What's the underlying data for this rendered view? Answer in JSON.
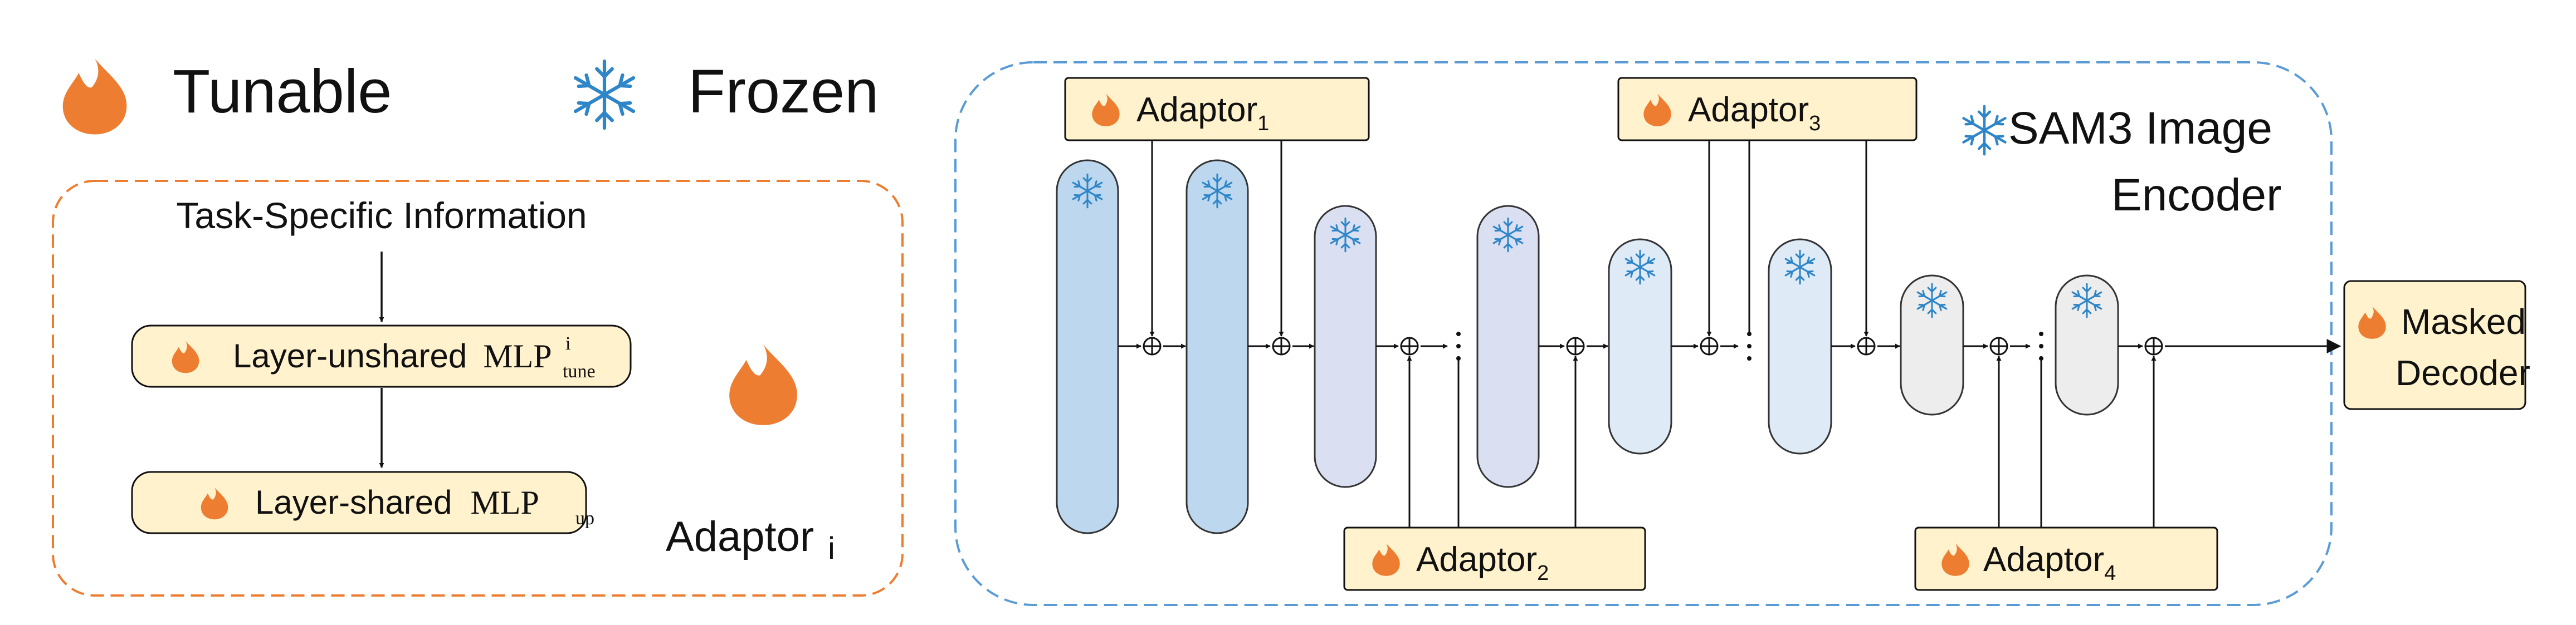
{
  "legend": {
    "tunable_label": "Tunable",
    "frozen_label": "Frozen",
    "tunable_icon": "flame-icon",
    "frozen_icon": "snowflake-icon"
  },
  "adaptor_detail": {
    "input_label": "Task-Specific Information",
    "unshared_prefix": "Layer-unshared",
    "unshared_mlp": "MLP",
    "unshared_sup": "i",
    "unshared_sub": "tune",
    "shared_prefix": "Layer-shared",
    "shared_mlp": "MLP",
    "shared_sub": "up",
    "caption_main": "Adaptor",
    "caption_sub": "i"
  },
  "encoder": {
    "title_line1": "SAM3 Image",
    "title_line2": "Encoder"
  },
  "adaptors": [
    {
      "label": "Adaptor",
      "index": "1"
    },
    {
      "label": "Adaptor",
      "index": "2"
    },
    {
      "label": "Adaptor",
      "index": "3"
    },
    {
      "label": "Adaptor",
      "index": "4"
    }
  ],
  "decoder": {
    "line1": "Masked",
    "line2": "Decoder"
  },
  "colors": {
    "orange_border": "#ED7D31",
    "blue_border": "#5B9BD5",
    "cream_fill": "#FFF2CC",
    "flame": "#ED7D31",
    "snowflake": "#2E86C8",
    "layer_blue": "#BDD7EE",
    "layer_lavender": "#DAE0F2",
    "layer_light": "#DEEBF7",
    "layer_gray": "#EDEDED"
  }
}
